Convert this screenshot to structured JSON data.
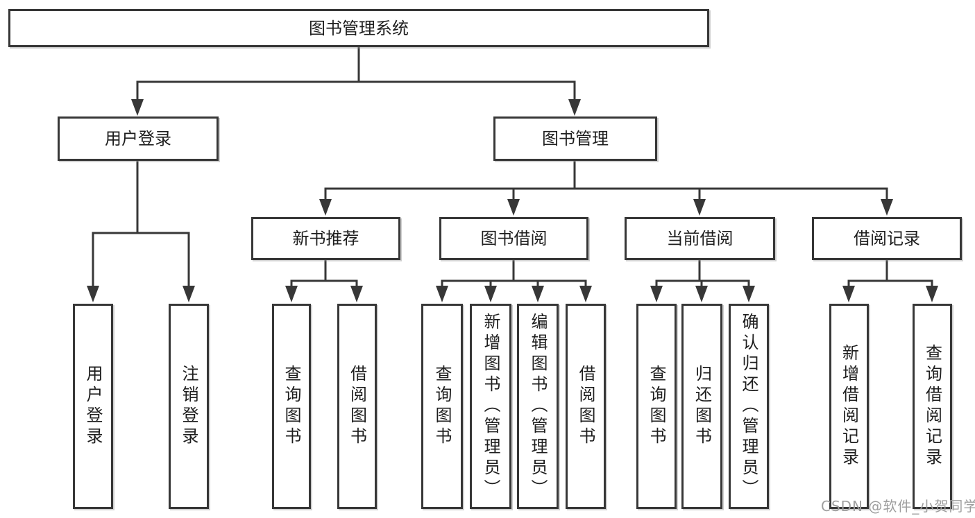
{
  "diagram": {
    "root": {
      "label": "图书管理系统"
    },
    "branches": [
      {
        "label": "用户登录",
        "children": [
          {
            "label": "用户登录"
          },
          {
            "label": "注销登录"
          }
        ]
      },
      {
        "label": "图书管理",
        "children": [
          {
            "label": "新书推荐",
            "children": [
              {
                "label": "查询图书"
              },
              {
                "label": "借阅图书"
              }
            ]
          },
          {
            "label": "图书借阅",
            "children": [
              {
                "label": "查询图书"
              },
              {
                "label": "新增图书（管理员）"
              },
              {
                "label": "编辑图书（管理员）"
              },
              {
                "label": "借阅图书"
              }
            ]
          },
          {
            "label": "当前借阅",
            "children": [
              {
                "label": "查询图书"
              },
              {
                "label": "归还图书"
              },
              {
                "label": "确认归还（管理员）"
              }
            ]
          },
          {
            "label": "借阅记录",
            "children": [
              {
                "label": "新增借阅记录"
              },
              {
                "label": "查询借阅记录"
              }
            ]
          }
        ]
      }
    ]
  },
  "watermark": "CSDN @软件_小贺同学",
  "colors": {
    "line": "#373737",
    "node_border": "#373737",
    "node_fill": "#ffffff",
    "text": "#1e1e1e",
    "watermark": "#9e9e9e",
    "background": "#ffffff"
  }
}
